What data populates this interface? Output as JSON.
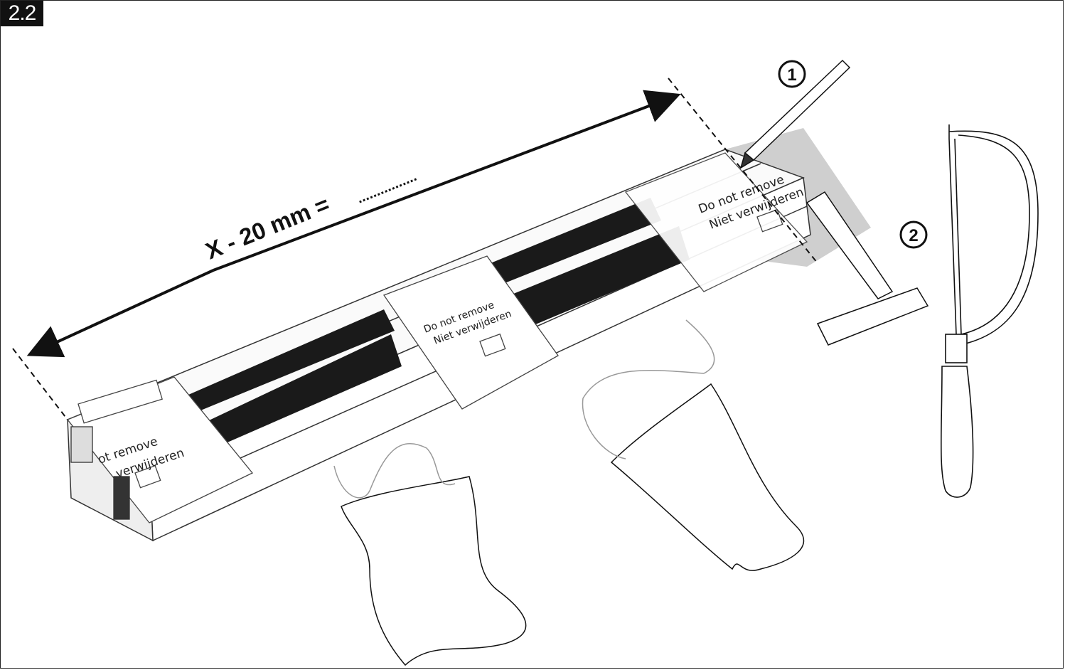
{
  "step": {
    "number": "2.2"
  },
  "measurement": {
    "formula": "X - 20 mm = ",
    "blank": "................"
  },
  "callouts": {
    "mark": "1",
    "cut": "2"
  },
  "labels": {
    "line1": "Do not remove",
    "line2": "Niet verwijderen",
    "partial_line1": "ot remove",
    "partial_line2": "verwijderen"
  },
  "colors": {
    "ink": "#111111",
    "brush": "#1a1a1a",
    "cutoff": "#cfcfcf"
  },
  "icons": [
    "pencil-icon",
    "try-square-icon",
    "hacksaw-icon",
    "double-arrow-icon"
  ]
}
